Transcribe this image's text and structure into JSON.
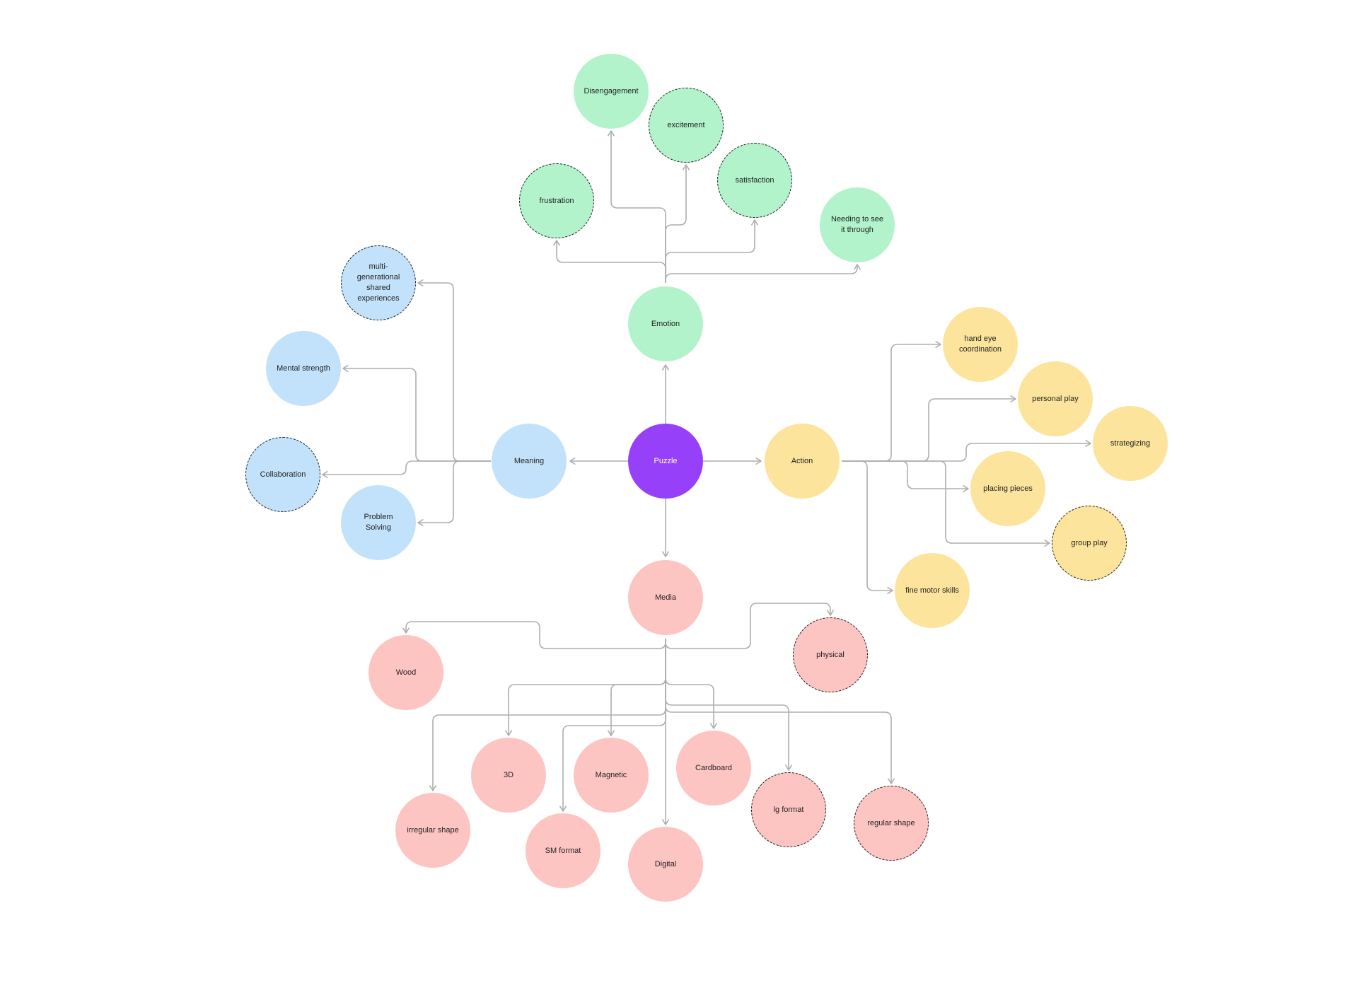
{
  "colors": {
    "root": "#9640fa",
    "emotion": "#b2f3cb",
    "meaning": "#c2e2fc",
    "action": "#fde49c",
    "media": "#fdc5c2",
    "connector": "#aeaeae"
  },
  "root": {
    "label": "Puzzle"
  },
  "branches": [
    {
      "id": "emotion",
      "label": "Emotion",
      "children": [
        {
          "id": "disengagement",
          "label": "Disengagement",
          "dashed": false
        },
        {
          "id": "excitement",
          "label": "excitement",
          "dashed": true
        },
        {
          "id": "frustration",
          "label": "frustration",
          "dashed": true
        },
        {
          "id": "satisfaction",
          "label": "satisfaction",
          "dashed": true
        },
        {
          "id": "seeing-through",
          "label": "Needing to see it through",
          "dashed": false
        }
      ]
    },
    {
      "id": "meaning",
      "label": "Meaning",
      "children": [
        {
          "id": "multi-gen",
          "label": "multi-generational shared experiences",
          "dashed": true
        },
        {
          "id": "mental-strength",
          "label": "Mental strength",
          "dashed": false
        },
        {
          "id": "collaboration",
          "label": "Collaboration",
          "dashed": true
        },
        {
          "id": "problem-solving",
          "label": "Problem Solving",
          "dashed": false
        }
      ]
    },
    {
      "id": "action",
      "label": "Action",
      "children": [
        {
          "id": "hand-eye",
          "label": "hand eye coordination",
          "dashed": false
        },
        {
          "id": "personal-play",
          "label": "personal play",
          "dashed": false
        },
        {
          "id": "strategizing",
          "label": "strategizing",
          "dashed": false
        },
        {
          "id": "placing-pieces",
          "label": "placing pieces",
          "dashed": false
        },
        {
          "id": "group-play",
          "label": "group play",
          "dashed": true
        },
        {
          "id": "fine-motor",
          "label": "fine motor skills",
          "dashed": false
        }
      ]
    },
    {
      "id": "media",
      "label": "Media",
      "children": [
        {
          "id": "wood",
          "label": "Wood",
          "dashed": false
        },
        {
          "id": "physical",
          "label": "physical",
          "dashed": true
        },
        {
          "id": "3d",
          "label": "3D",
          "dashed": false
        },
        {
          "id": "magnetic",
          "label": "Magnetic",
          "dashed": false
        },
        {
          "id": "cardboard",
          "label": "Cardboard",
          "dashed": false
        },
        {
          "id": "irregular-shape",
          "label": "irregular shape",
          "dashed": false
        },
        {
          "id": "sm-format",
          "label": "SM format",
          "dashed": false
        },
        {
          "id": "digital",
          "label": "Digital",
          "dashed": false
        },
        {
          "id": "lg-format",
          "label": "lg format",
          "dashed": true
        },
        {
          "id": "regular-shape",
          "label": "regular shape",
          "dashed": true
        }
      ]
    }
  ]
}
